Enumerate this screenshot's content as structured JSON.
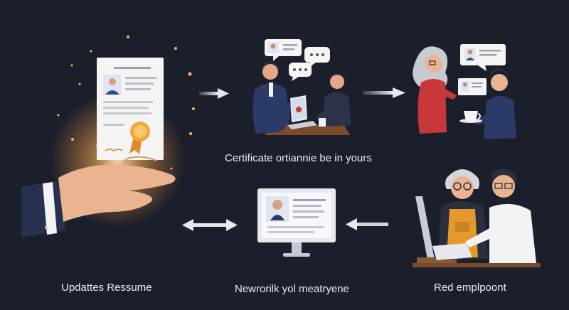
{
  "captions": {
    "certificate": "Certificate ortiannie be in yours",
    "resume": "Updattes Ressume",
    "network": "Newrorilk yol meatryene",
    "employment": "Red emplpoont"
  },
  "colors": {
    "background": "#1b1f2c",
    "arrow": "#e6e8ee",
    "glow": "#ffb356",
    "suit": "#2c3a68",
    "red_shirt": "#c8373a",
    "apron": "#e39a2a",
    "skin": "#e9b48f"
  },
  "icons": [
    "hand-icon",
    "certificate-icon",
    "ribbon-seal-icon",
    "speech-bubble-icon",
    "laptop-icon",
    "monitor-icon",
    "profile-card-icon",
    "coffee-cup-icon"
  ]
}
